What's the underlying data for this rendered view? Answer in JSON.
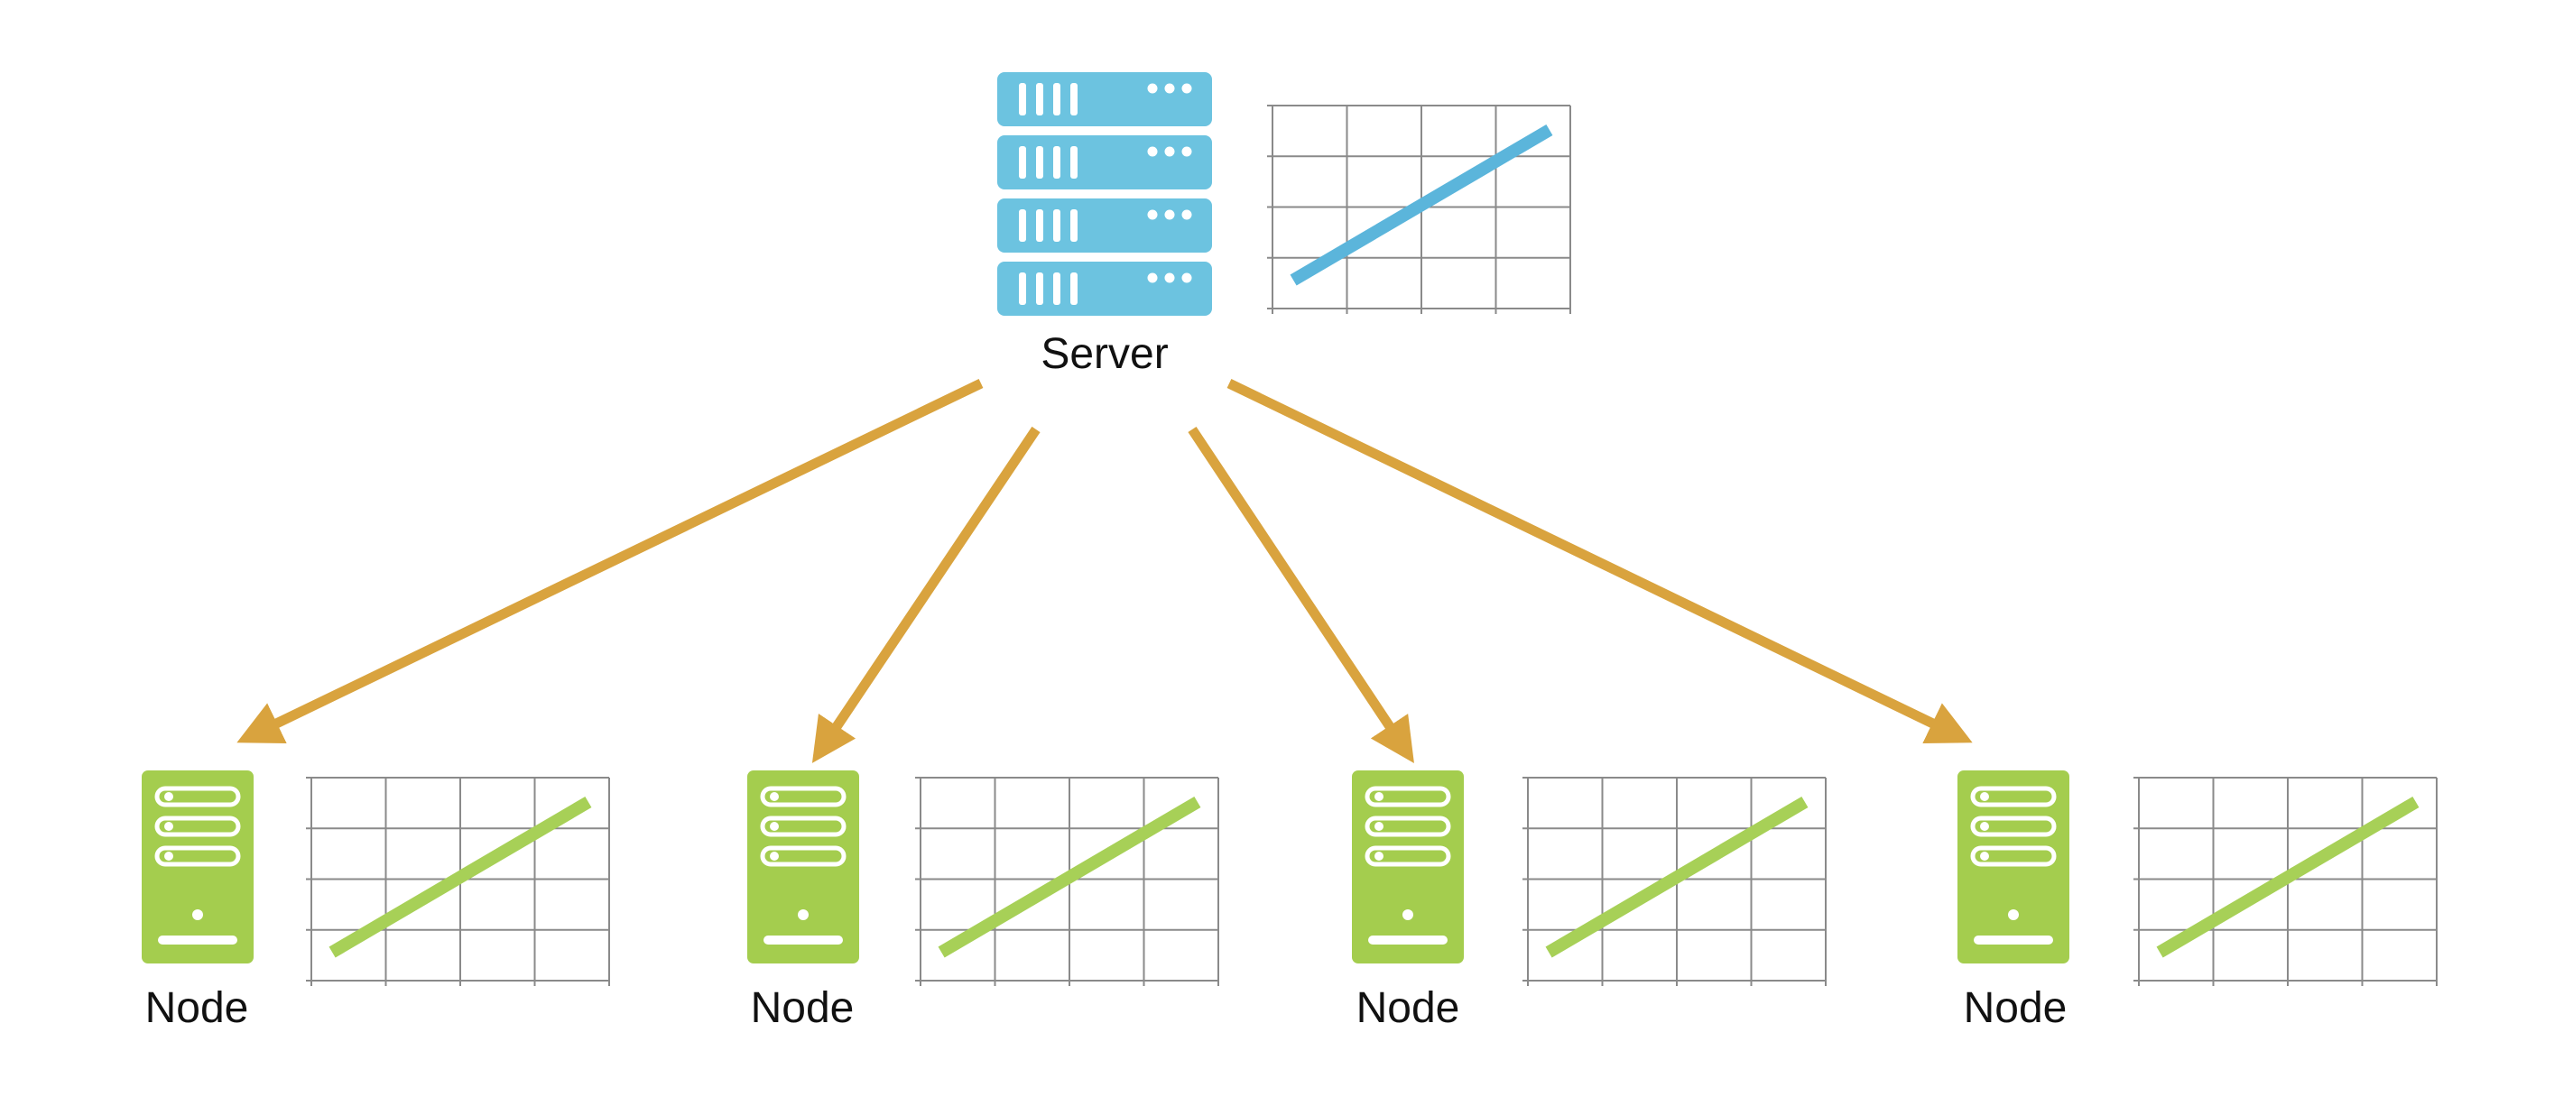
{
  "server": {
    "label": "Server",
    "color": "#6CC3E0",
    "trend_color": "#5BB5DB"
  },
  "nodes": [
    {
      "label": "Node"
    },
    {
      "label": "Node"
    },
    {
      "label": "Node"
    },
    {
      "label": "Node"
    }
  ],
  "node_style": {
    "color": "#A4CD4E",
    "trend_color": "#A7D057"
  },
  "arrow_color": "#D9A33E",
  "grid_color": "#8A8A8A",
  "icons": {
    "server": "server-rack-icon",
    "node": "server-tower-icon",
    "chart": "line-chart-icon"
  }
}
